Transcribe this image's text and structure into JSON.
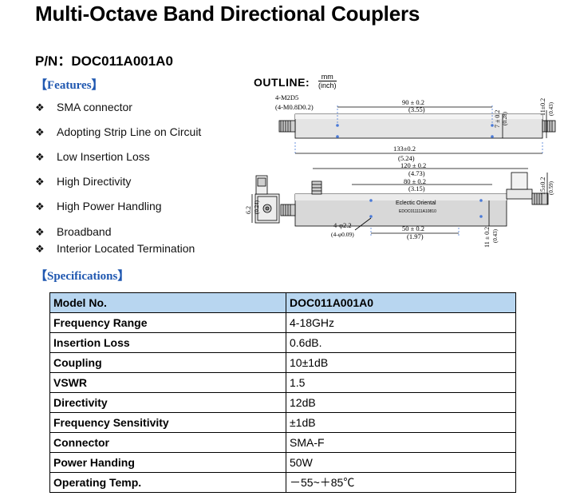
{
  "title": "Multi-Octave Band Directional Couplers",
  "pn": "P/N：DOC011A001A0",
  "features_heading": "【Features】",
  "features": [
    "SMA connector",
    "Adopting Strip Line on Circuit",
    "Low Insertion Loss",
    "High Directivity",
    "High Power Handling",
    "Broadband",
    "Interior Located Termination"
  ],
  "bullet": "❖",
  "outline": {
    "label": "OUTLINE:",
    "unit_top": "mm",
    "unit_bottom": "(inch)",
    "dims": {
      "hole_top": "4-M2D5",
      "hole_top_inch": "(4-M0.8D0.2)",
      "w90": "90 ± 0.2",
      "w90_in": "(3.55)",
      "h7": "7 ± 0.2",
      "h7_in": "(0.28)",
      "h11_top": "11±0.2",
      "h11_top_in": "(0.43)",
      "w133": "133±0.2",
      "w133_in": "(5.24)",
      "w120": "120 ± 0.2",
      "w120_in": "(4.73)",
      "w80": "80 ± 0.2",
      "w80_in": "(3.15)",
      "h6": "6.2",
      "h6_in": "(0.24)",
      "h15": "15±0.2",
      "h15_in": "(0.59)",
      "hole_side": "4-φ2.2",
      "hole_side_in": "(4-φ0.09)",
      "w50": "50 ± 0.2",
      "w50_in": "(1.97)",
      "h11_bot": "11 ± 0.2",
      "h11_bot_in": "(0.43)",
      "body_brand": "Eclectic Oriental",
      "body_pn": "EDOC011111A10810"
    }
  },
  "specs_heading": "【Specifications】",
  "spec_header": {
    "key": "Model No.",
    "value": "DOC011A001A0"
  },
  "spec_rows": [
    {
      "key": "Frequency Range",
      "value": "4-18GHz"
    },
    {
      "key": "Insertion Loss",
      "value": "0.6dB."
    },
    {
      "key": "Coupling",
      "value": "10±1dB"
    },
    {
      "key": "VSWR",
      "value": "1.5"
    },
    {
      "key": "Directivity",
      "value": "12dB"
    },
    {
      "key": "Frequency Sensitivity",
      "value": "±1dB"
    },
    {
      "key": "Connector",
      "value": "SMA-F"
    },
    {
      "key": "Power Handing",
      "value": "50W"
    },
    {
      "key": "Operating Temp.",
      "value": "－55~＋85℃"
    }
  ],
  "colors": {
    "section_heading": "#1f57b0",
    "table_header_bg": "#b8d6f0"
  }
}
